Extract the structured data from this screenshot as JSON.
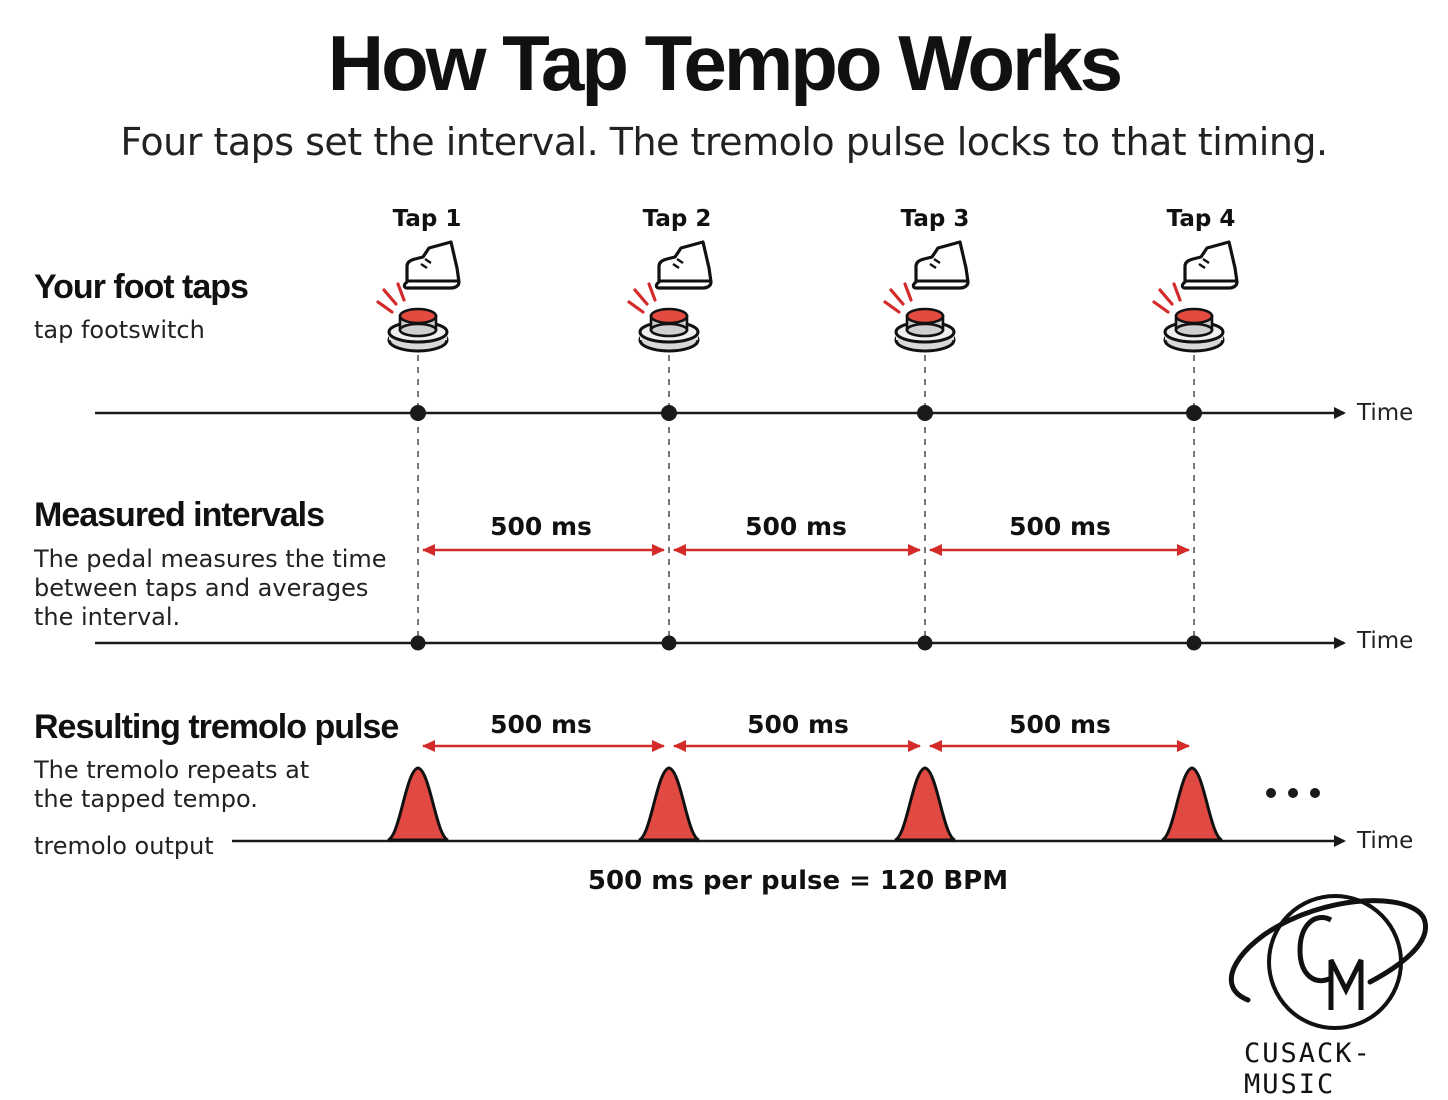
{
  "title": "How Tap Tempo Works",
  "subtitle": "Four taps set the interval. The tremolo pulse locks to that timing.",
  "rows": {
    "foot": {
      "heading": "Your foot taps",
      "caption": "tap footswitch"
    },
    "intervals": {
      "heading": "Measured intervals",
      "caption_lines": [
        "The pedal measures the time",
        "between taps and averages",
        "the interval."
      ]
    },
    "pulse": {
      "heading": "Resulting tremolo pulse",
      "caption_lines": [
        "The tremolo repeats at",
        "the tapped tempo."
      ],
      "axis_label": "tremolo output"
    }
  },
  "taps": [
    "Tap 1",
    "Tap 2",
    "Tap 3",
    "Tap 4"
  ],
  "intervals": [
    "500 ms",
    "500 ms",
    "500 ms"
  ],
  "pulse_intervals": [
    "500 ms",
    "500 ms",
    "500 ms"
  ],
  "time_label": "Time",
  "summary": "500 ms per pulse = 120 BPM",
  "logo": {
    "monogram": "CM",
    "name": "CUSACK-MUSIC"
  },
  "colors": {
    "accent": "#d42a2a",
    "pulse_fill": "#e04a42",
    "ink": "#1a1a1a"
  },
  "icons": {
    "tap": "boot-icon",
    "switch": "footswitch-icon",
    "continuation": "ellipsis-icon"
  }
}
